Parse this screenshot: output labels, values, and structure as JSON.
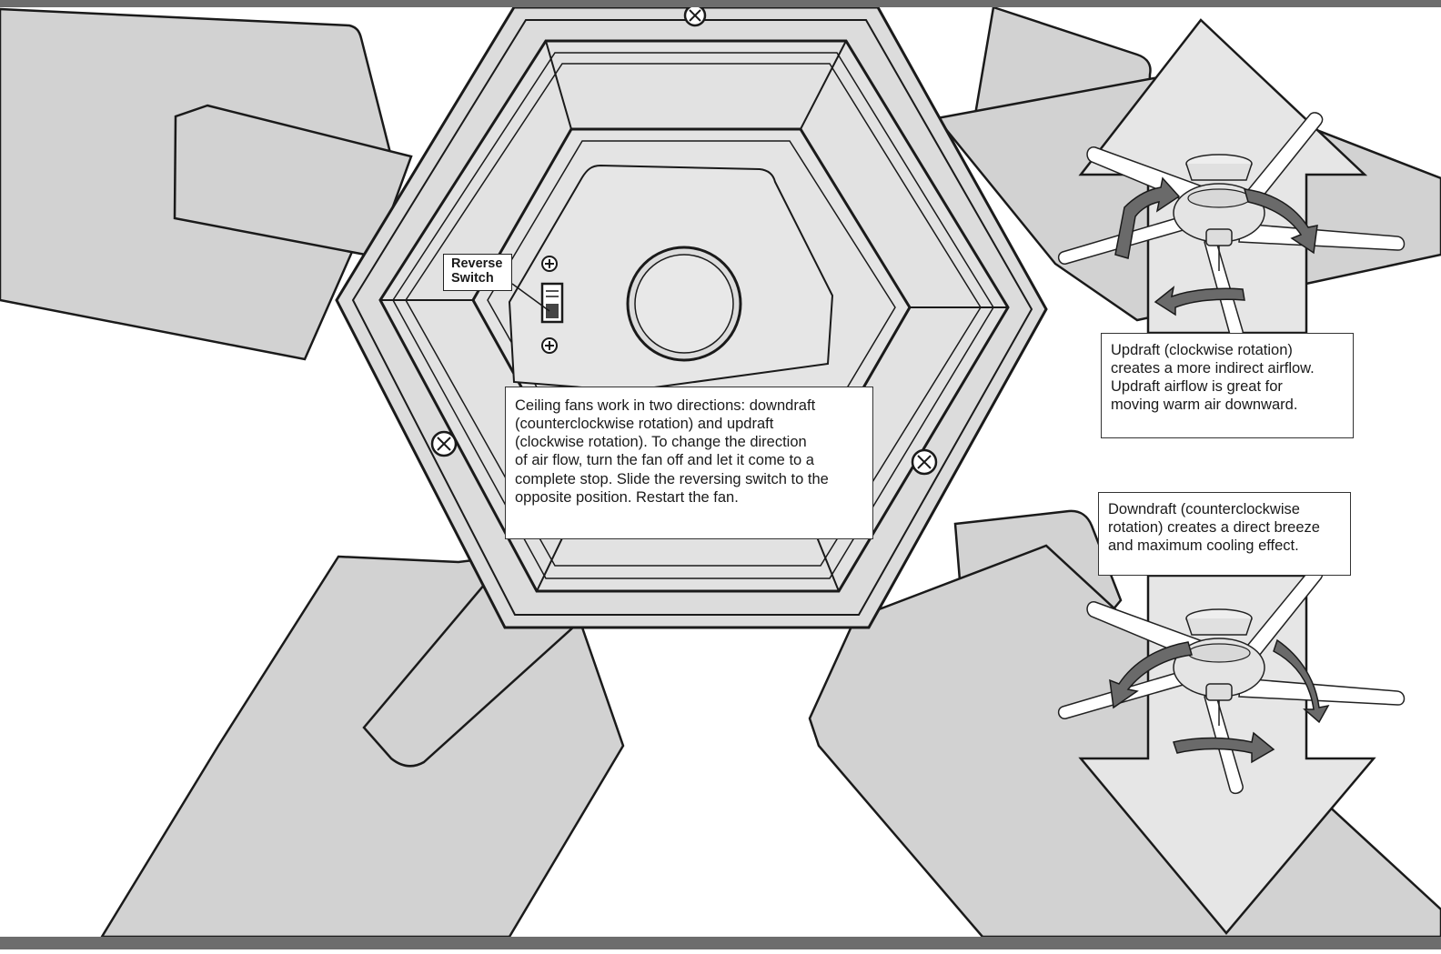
{
  "callouts": {
    "reverse_switch": [
      "Reverse",
      "Switch"
    ],
    "main": [
      "Ceiling fans work in two directions: downdraft",
      "(counterclockwise rotation) and updraft",
      "(clockwise rotation). To change the direction",
      "of air flow, turn the fan off and let it come to a",
      "complete stop. Slide the reversing switch to the",
      "opposite position. Restart the fan."
    ],
    "updraft": [
      "Updraft (clockwise rotation)",
      "creates a more indirect airflow.",
      "Updraft airflow is great for",
      "moving warm air downward."
    ],
    "downdraft": [
      "Downdraft (counterclockwise",
      "rotation) creates a direct breeze",
      "and maximum cooling effect."
    ]
  },
  "colors": {
    "bar": "#6d6d6d",
    "blade": "#d2d2d2",
    "housing": "#dcdcdc",
    "arrow_field": "#e6e6e6",
    "rotation_arrow": "#6a6a6a",
    "outline": "#1a1a1a"
  }
}
